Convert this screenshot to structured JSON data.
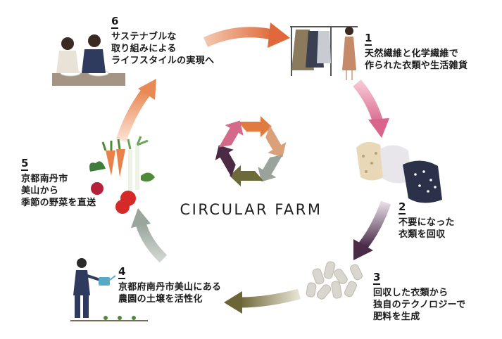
{
  "brand": "CIRCULAR FARM",
  "colors": {
    "orange": "#e07a3f",
    "pink": "#d46a8a",
    "purple": "#4a2a44",
    "olive": "#6d6a3a",
    "gray": "#9aa39b"
  },
  "steps": [
    {
      "num": "1",
      "text": "天然繊維と化学繊維で\n作られた衣類や生活雑貨"
    },
    {
      "num": "2",
      "text": "不要になった\n衣類を回収"
    },
    {
      "num": "3",
      "text": "回収した衣類から\n独自のテクノロジーで\n肥料を生成"
    },
    {
      "num": "4",
      "text": "京都府南丹市美山にある\n農園の土壌を活性化"
    },
    {
      "num": "5",
      "text": "京都南丹市\n美山から\n季節の野菜を直送"
    },
    {
      "num": "6",
      "text": "サステナブルな\n取り組みによる\nライフスタイルの実現へ"
    }
  ],
  "illustrations": [
    "clothes-rack-illustration",
    "collected-clothes-illustration",
    "fertilizer-pellets-illustration",
    "farmer-watering-illustration",
    "vegetables-illustration",
    "couple-dining-illustration"
  ]
}
